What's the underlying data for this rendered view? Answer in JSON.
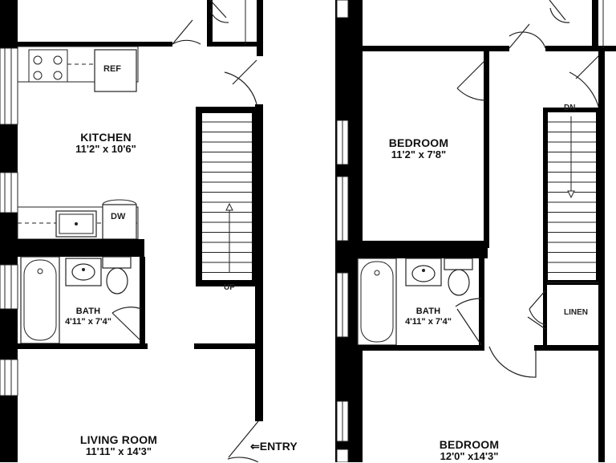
{
  "rooms": {
    "kitchen": {
      "name": "KITCHEN",
      "dim": "11'2\" x 10'6\""
    },
    "bath_left": {
      "name": "BATH",
      "dim": "4'11\" x 7'4\""
    },
    "living_room": {
      "name": "LIVING ROOM",
      "dim": "11'11\" x 14'3\""
    },
    "bedroom_upper": {
      "name": "BEDROOM",
      "dim": "11'2\" x 7'8\""
    },
    "bath_right": {
      "name": "BATH",
      "dim": "4'11\" x 7'4\""
    },
    "bedroom_lower": {
      "name": "BEDROOM",
      "dim": "12'0\" x14'3\""
    }
  },
  "fixtures": {
    "ref": "REF",
    "dw": "DW",
    "linen": "LINEN"
  },
  "stairs": {
    "up": "UP",
    "dn": "DN"
  },
  "entry": "ENTRY",
  "colors": {
    "wall": "#000000",
    "line": "#222222",
    "background": "#ffffff",
    "window": "#ffffff"
  }
}
